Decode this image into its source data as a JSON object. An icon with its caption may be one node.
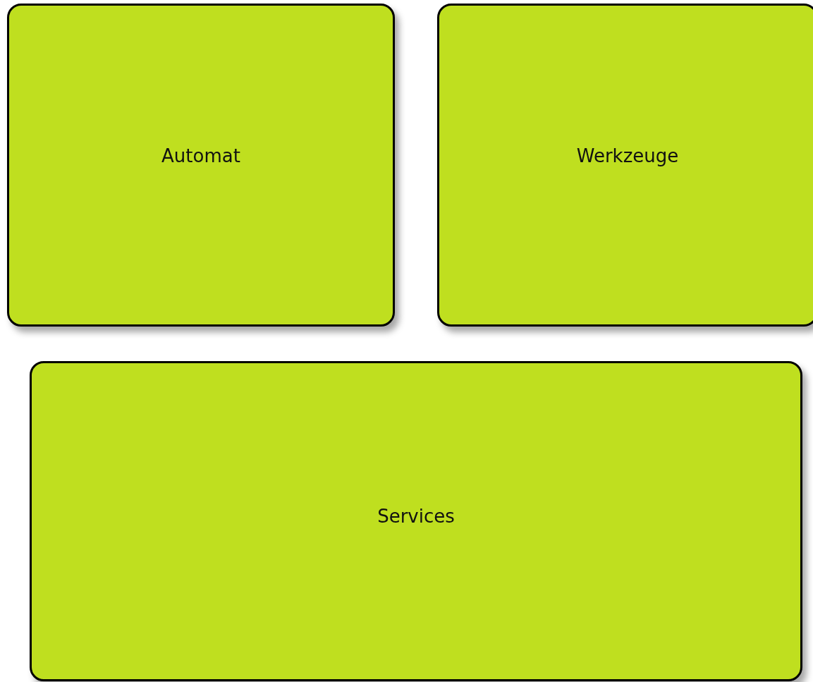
{
  "diagram": {
    "nodes": [
      {
        "text": [
          "Automat"
        ]
      },
      {
        "text": [
          "Werkzeuge"
        ]
      },
      {
        "text": [
          "Services"
        ]
      }
    ]
  }
}
